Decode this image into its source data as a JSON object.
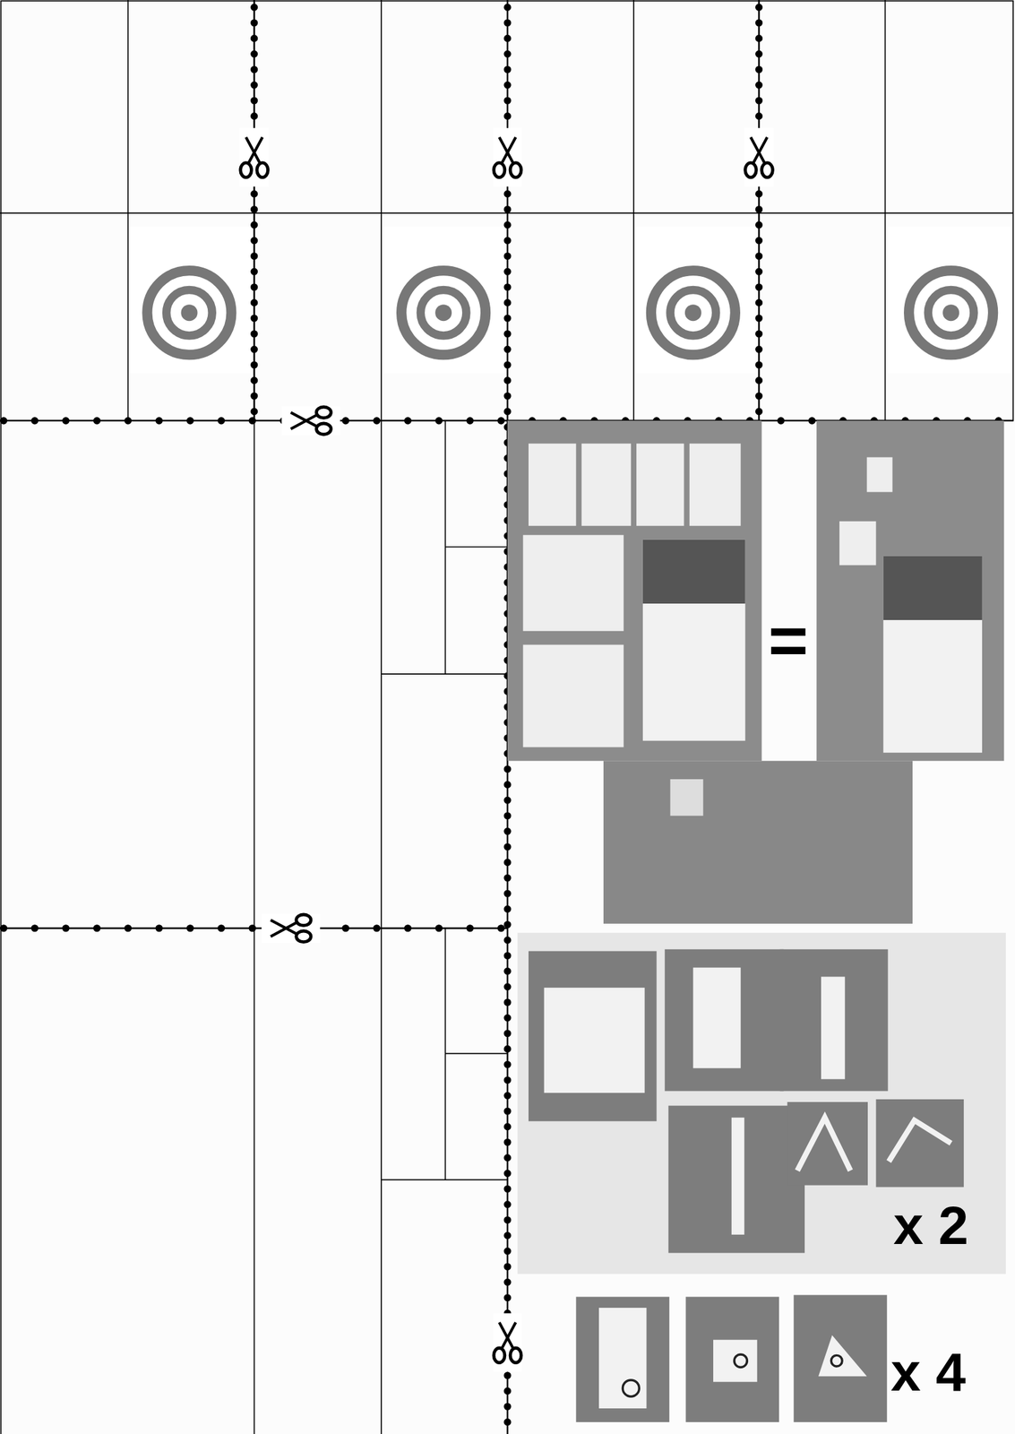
{
  "diagram": {
    "labels": [
      "=",
      "x 2",
      "x 4"
    ]
  }
}
